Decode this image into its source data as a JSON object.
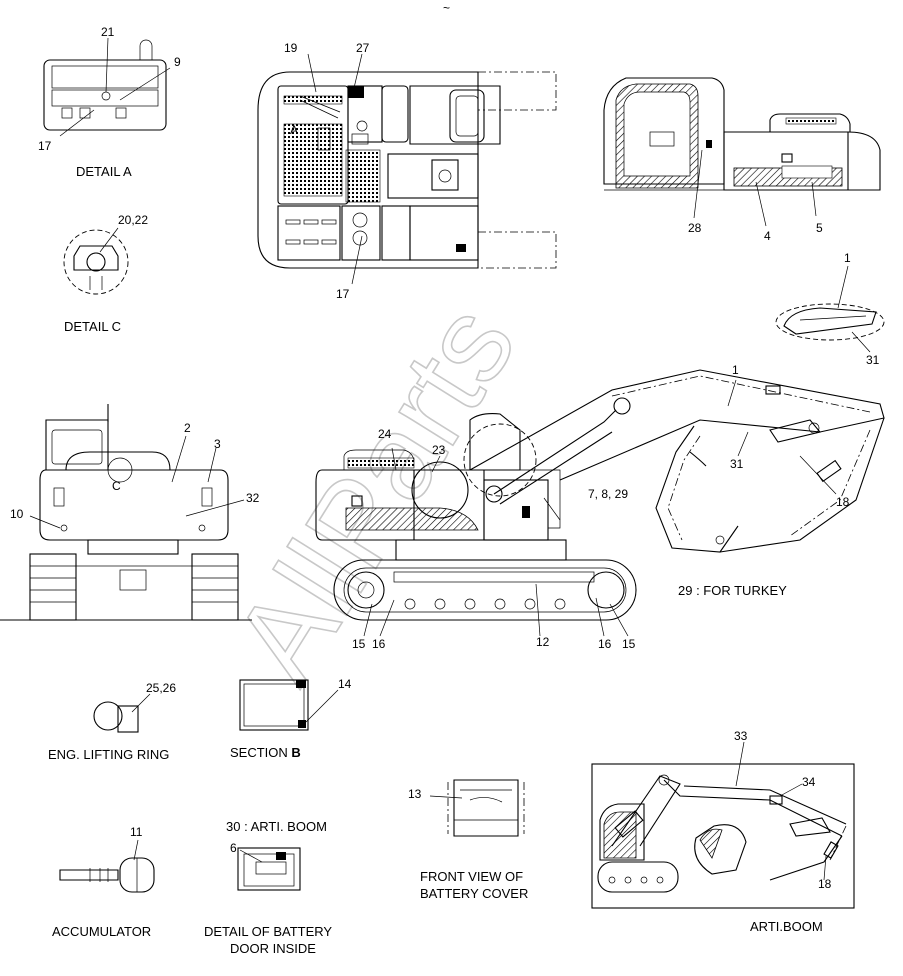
{
  "watermark": "AllParts",
  "top_mark": "~",
  "captions": {
    "detail_a": "DETAIL  A",
    "detail_c": "DETAIL  C",
    "for_turkey": "29 : FOR TURKEY",
    "eng_lifting_ring": "ENG. LIFTING RING",
    "section_b_prefix": "SECTION ",
    "section_b_letter": "B",
    "arti_boom_30": "30 : ARTI. BOOM",
    "accumulator": "ACCUMULATOR",
    "detail_battery_door_1": "DETAIL OF BATTERY",
    "detail_battery_door_2": "DOOR INSIDE",
    "front_view_1": "FRONT VIEW OF",
    "front_view_2": "BATTERY COVER",
    "arti_boom": "ARTI.BOOM"
  },
  "view_letters": {
    "a": "A",
    "c": "C"
  },
  "callouts": [
    {
      "id": "c21",
      "text": "21"
    },
    {
      "id": "c9",
      "text": "9"
    },
    {
      "id": "c17a",
      "text": "17"
    },
    {
      "id": "c2022",
      "text": "20,22"
    },
    {
      "id": "c19",
      "text": "19"
    },
    {
      "id": "c27",
      "text": "27"
    },
    {
      "id": "c17b",
      "text": "17"
    },
    {
      "id": "c28",
      "text": "28"
    },
    {
      "id": "c4",
      "text": "4"
    },
    {
      "id": "c5",
      "text": "5"
    },
    {
      "id": "c1a",
      "text": "1"
    },
    {
      "id": "c31a",
      "text": "31"
    },
    {
      "id": "c2",
      "text": "2"
    },
    {
      "id": "c3",
      "text": "3"
    },
    {
      "id": "c10",
      "text": "10"
    },
    {
      "id": "c32",
      "text": "32"
    },
    {
      "id": "c24",
      "text": "24"
    },
    {
      "id": "c23",
      "text": "23"
    },
    {
      "id": "c1b",
      "text": "1"
    },
    {
      "id": "c31b",
      "text": "31"
    },
    {
      "id": "c7829",
      "text": "7, 8, 29"
    },
    {
      "id": "c18a",
      "text": "18"
    },
    {
      "id": "c15a",
      "text": "15"
    },
    {
      "id": "c16a",
      "text": "16"
    },
    {
      "id": "c12",
      "text": "12"
    },
    {
      "id": "c16b",
      "text": "16"
    },
    {
      "id": "c15b",
      "text": "15"
    },
    {
      "id": "c2526",
      "text": "25,26"
    },
    {
      "id": "c14",
      "text": "14"
    },
    {
      "id": "c13",
      "text": "13"
    },
    {
      "id": "c11",
      "text": "11"
    },
    {
      "id": "c6",
      "text": "6"
    },
    {
      "id": "c33",
      "text": "33"
    },
    {
      "id": "c34",
      "text": "34"
    },
    {
      "id": "c18b",
      "text": "18"
    }
  ]
}
